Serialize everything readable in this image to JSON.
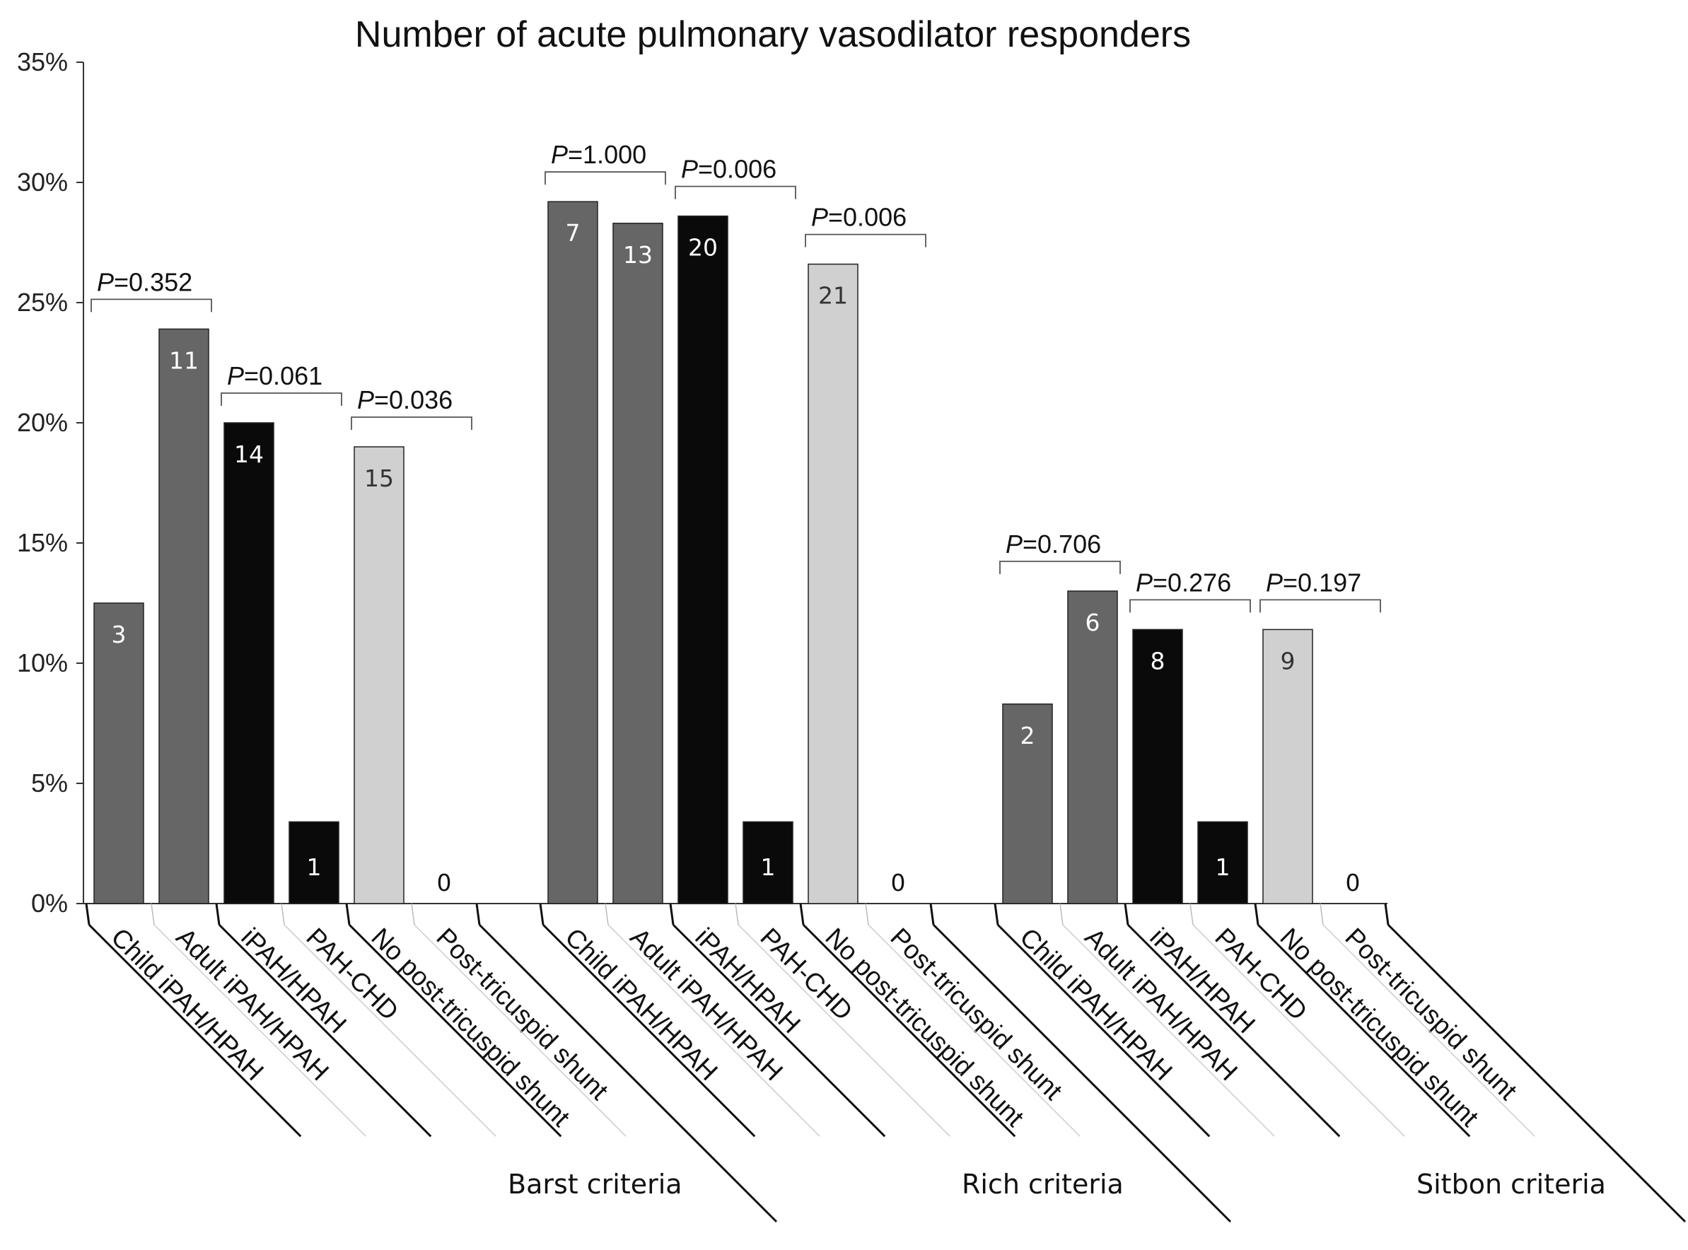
{
  "chart_data": {
    "type": "bar",
    "title": "Number of acute pulmonary vasodilator responders",
    "xlabel": "",
    "ylabel": "",
    "ylim": [
      0,
      35
    ],
    "yticks": [
      "0%",
      "5%",
      "10%",
      "15%",
      "20%",
      "25%",
      "30%",
      "35%"
    ],
    "grid": false,
    "legend": "none",
    "groups": [
      {
        "label": "Barst criteria",
        "bars": [
          {
            "category": "Child iPAH/HPAH",
            "value": 12.5,
            "count": "3",
            "shade": "dark-grey"
          },
          {
            "category": "Adult iPAH/HPAH",
            "value": 23.9,
            "count": "11",
            "shade": "dark-grey"
          },
          {
            "category": "iPAH/HPAH",
            "value": 20.0,
            "count": "14",
            "shade": "black"
          },
          {
            "category": "PAH-CHD",
            "value": 3.4,
            "count": "1",
            "shade": "black"
          },
          {
            "category": "No post-tricuspid shunt",
            "value": 19.0,
            "count": "15",
            "shade": "light-grey"
          },
          {
            "category": "Post-tricuspid shunt",
            "value": 0,
            "count": "0",
            "shade": "light-grey"
          }
        ],
        "p_values": [
          {
            "p": "P",
            "text": "=0.352"
          },
          {
            "p": "P",
            "text": "=0.061"
          },
          {
            "p": "P",
            "text": "=0.036"
          }
        ]
      },
      {
        "label": "Rich criteria",
        "bars": [
          {
            "category": "Child iPAH/HPAH",
            "value": 29.2,
            "count": "7",
            "shade": "dark-grey"
          },
          {
            "category": "Adult iPAH/HPAH",
            "value": 28.3,
            "count": "13",
            "shade": "dark-grey"
          },
          {
            "category": "iPAH/HPAH",
            "value": 28.6,
            "count": "20",
            "shade": "black"
          },
          {
            "category": "PAH-CHD",
            "value": 3.4,
            "count": "1",
            "shade": "black"
          },
          {
            "category": "No post-tricuspid shunt",
            "value": 26.6,
            "count": "21",
            "shade": "light-grey"
          },
          {
            "category": "Post-tricuspid shunt",
            "value": 0,
            "count": "0",
            "shade": "light-grey"
          }
        ],
        "p_values": [
          {
            "p": "P",
            "text": "=1.000"
          },
          {
            "p": "P",
            "text": "=0.006"
          },
          {
            "p": "P",
            "text": "=0.006"
          }
        ]
      },
      {
        "label": "Sitbon criteria",
        "bars": [
          {
            "category": "Child iPAH/HPAH",
            "value": 8.3,
            "count": "2",
            "shade": "dark-grey"
          },
          {
            "category": "Adult iPAH/HPAH",
            "value": 13.0,
            "count": "6",
            "shade": "dark-grey"
          },
          {
            "category": "iPAH/HPAH",
            "value": 11.4,
            "count": "8",
            "shade": "black"
          },
          {
            "category": "PAH-CHD",
            "value": 3.4,
            "count": "1",
            "shade": "black"
          },
          {
            "category": "No post-tricuspid shunt",
            "value": 11.4,
            "count": "9",
            "shade": "light-grey"
          },
          {
            "category": "Post-tricuspid shunt",
            "value": 0,
            "count": "0",
            "shade": "light-grey"
          }
        ],
        "p_values": [
          {
            "p": "P",
            "text": "=0.706"
          },
          {
            "p": "P",
            "text": "=0.276"
          },
          {
            "p": "P",
            "text": "=0.197"
          }
        ]
      }
    ],
    "colors": {
      "dark-grey": "#666666",
      "black": "#0a0a0a",
      "light-grey": "#d0d0d0",
      "axis": "#333333"
    }
  }
}
